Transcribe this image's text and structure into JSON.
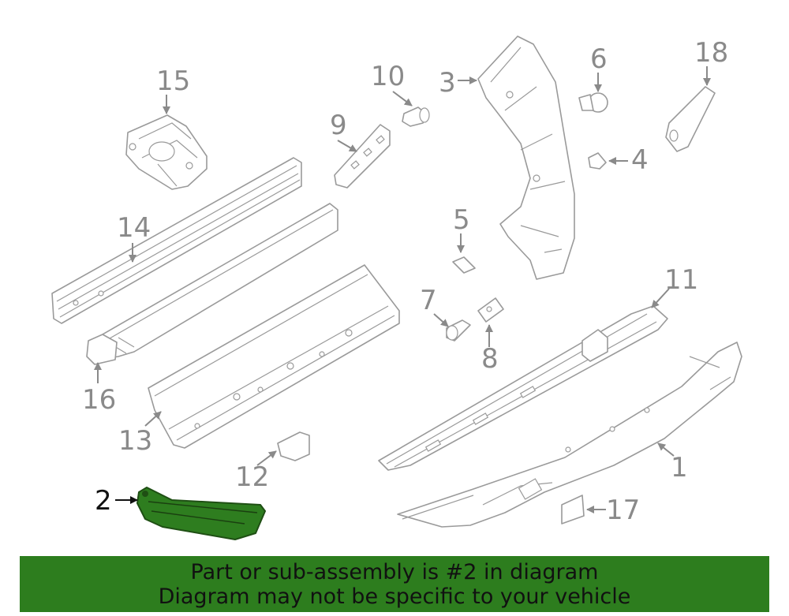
{
  "callouts": {
    "c1": "1",
    "c2": "2",
    "c3": "3",
    "c4": "4",
    "c5": "5",
    "c6": "6",
    "c7": "7",
    "c8": "8",
    "c9": "9",
    "c10": "10",
    "c11": "11",
    "c12": "12",
    "c13": "13",
    "c14": "14",
    "c15": "15",
    "c16": "16",
    "c17": "17",
    "c18": "18"
  },
  "highlighted_part": "2",
  "colors": {
    "highlight": "#2e7d1f",
    "banner": "#2d7d1e",
    "line_art": "#9a9a9a"
  },
  "banner": {
    "line1": "Part or sub-assembly is #2 in diagram",
    "line2": "Diagram may not be specific to your vehicle"
  }
}
